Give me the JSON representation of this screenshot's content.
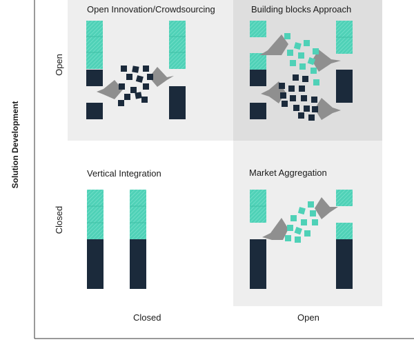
{
  "axes": {
    "y_axis_title": "Solution Development",
    "x_ticks": [
      "Closed",
      "Open"
    ],
    "y_ticks": [
      "Open",
      "Closed"
    ]
  },
  "quadrants": [
    {
      "id": "q-open-closed",
      "label": "Open Innovation/Crowdsourcing"
    },
    {
      "id": "q-open-open",
      "label": "Building blocks Approach"
    },
    {
      "id": "q-closed-closed",
      "label": "Vertical Integration"
    },
    {
      "id": "q-closed-open",
      "label": "Market Aggregation"
    }
  ],
  "colors": {
    "teal": "#4fd1b7",
    "navy": "#1b2a3b",
    "funnel": "#8f8f8f",
    "panel_light": "#eeeeee",
    "panel_dark": "#dedede",
    "axis": "#333333"
  }
}
